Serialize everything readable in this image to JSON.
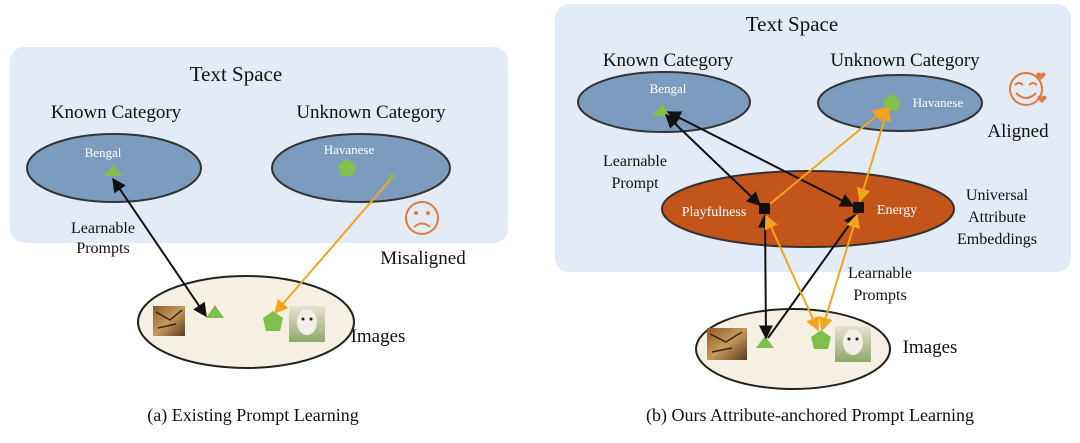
{
  "left": {
    "panel_title": "Text Space",
    "known_label": "Known Category",
    "unknown_label": "Unknown Category",
    "bengal": "Bengal",
    "havanese": "Havanese",
    "prompts_label_1": "Learnable",
    "prompts_label_2": "Prompts",
    "status": "Misaligned",
    "images_label": "Images",
    "caption": "(a) Existing Prompt Learning"
  },
  "right": {
    "panel_title": "Text Space",
    "known_label": "Known Category",
    "unknown_label": "Unknown Category",
    "bengal": "Bengal",
    "havanese": "Havanese",
    "status": "Aligned",
    "prompt_label_1": "Learnable",
    "prompt_label_2": "Prompt",
    "attr_left": "Playfulness",
    "attr_right": "Energy",
    "universal_1": "Universal",
    "universal_2": "Attribute",
    "universal_3": "Embeddings",
    "prompts_label_1": "Learnable",
    "prompts_label_2": "Prompts",
    "images_label": "Images",
    "caption": "(b) Ours Attribute-anchored Prompt Learning"
  },
  "colors": {
    "panel": "#e3ebf6",
    "category_ellipse": "#7c9cbf",
    "attribute_ellipse": "#c4551a",
    "image_ellipse": "#f6efe4",
    "triangle": "#80c04a",
    "pentagon": "#80c04a",
    "known_arrow": "#111111",
    "unknown_arrow": "#f2a51c",
    "face": "#e07a3f"
  },
  "icons": [
    "sad-face-icon",
    "happy-face-icon",
    "cat-image-icon",
    "dog-image-icon"
  ]
}
